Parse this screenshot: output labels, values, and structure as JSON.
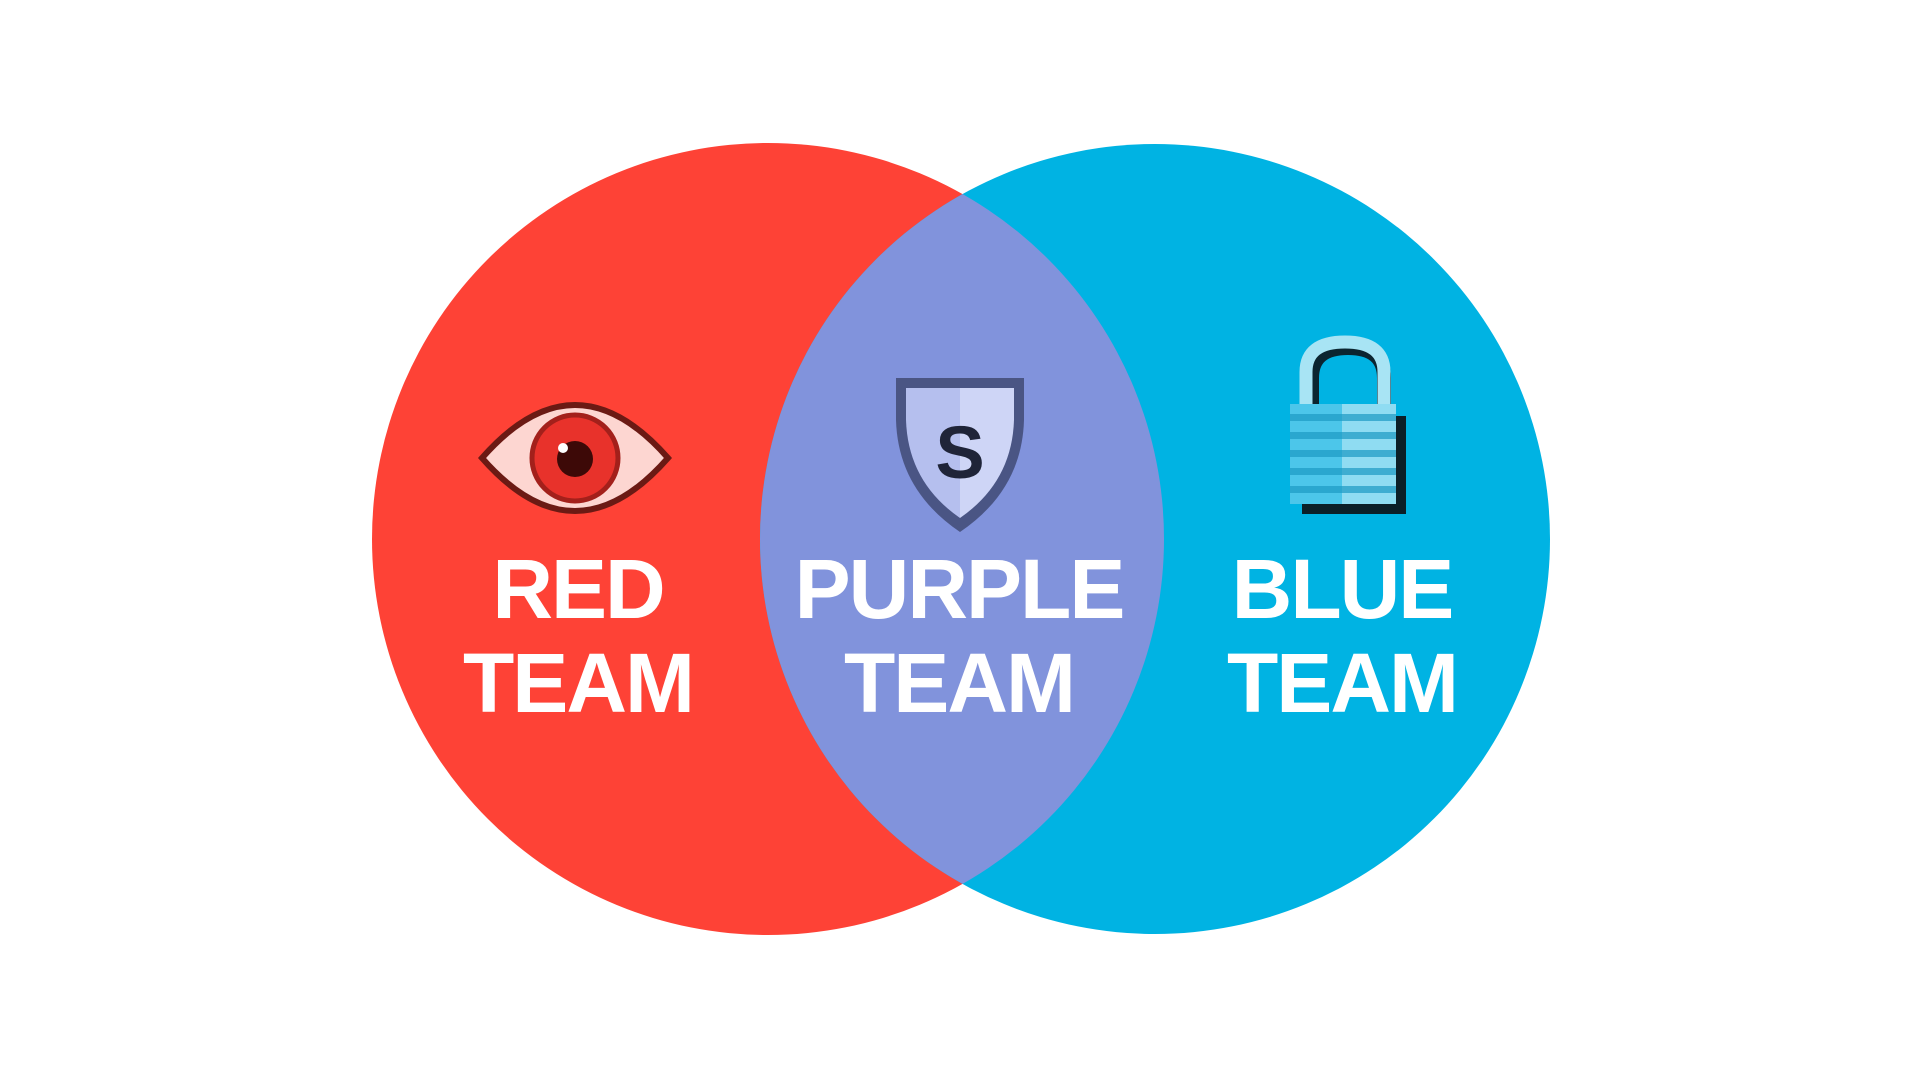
{
  "colors": {
    "red": "#fe4236",
    "blue": "#00b3e3",
    "purple": "#8193dc"
  },
  "sets": [
    {
      "id": "red",
      "line1": "RED",
      "line2": "TEAM",
      "icon": "eye-icon"
    },
    {
      "id": "purple",
      "line1": "PURPLE",
      "line2": "TEAM",
      "icon": "shield-icon"
    },
    {
      "id": "blue",
      "line1": "BLUE",
      "line2": "TEAM",
      "icon": "padlock-icon"
    }
  ],
  "shield_letter": "S"
}
